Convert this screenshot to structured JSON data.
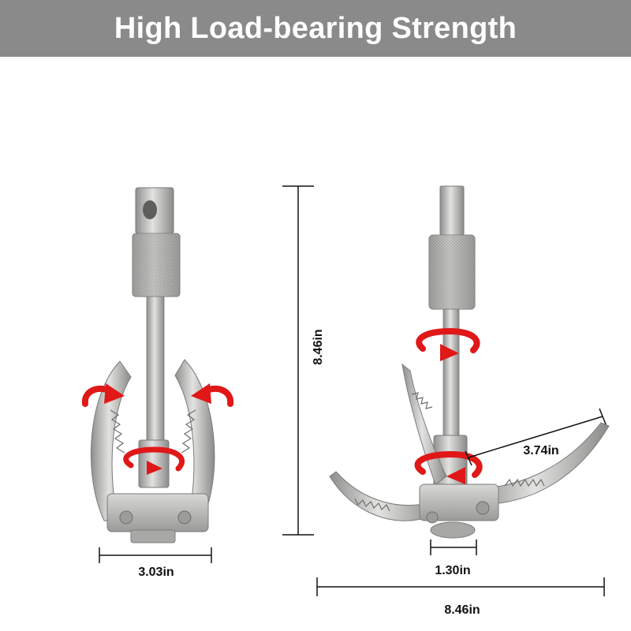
{
  "header": {
    "title": "High Load-bearing Strength"
  },
  "colors": {
    "banner": "#8a8a8a",
    "metal": "#b8b8b6",
    "arrow": "#e01818"
  },
  "icons": {
    "rotate_arrow": "rotate-arrow-icon"
  },
  "dimensions": {
    "closed_width": "3.03in",
    "height": "8.46in",
    "claw_length": "3.74in",
    "base_diameter": "1.30in",
    "open_width": "8.46in"
  }
}
